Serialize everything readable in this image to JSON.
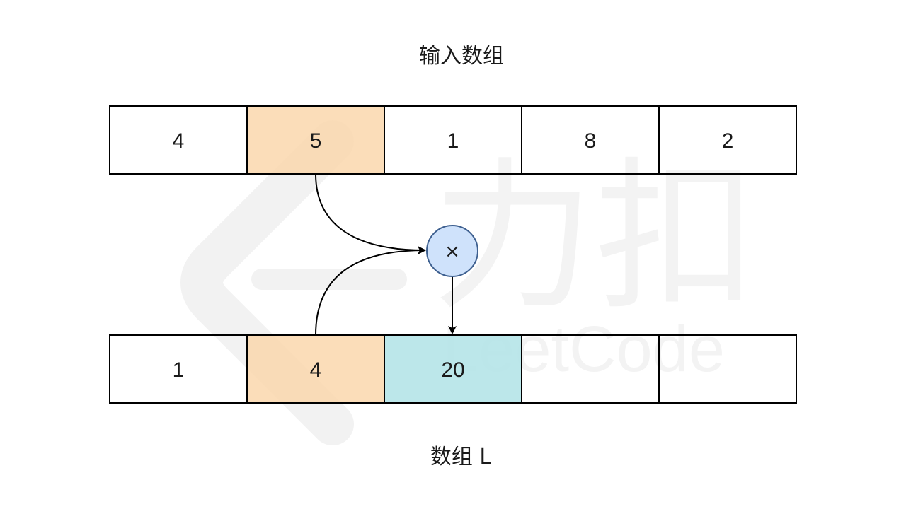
{
  "labels": {
    "input_title": "输入数组",
    "output_title": "数组 L"
  },
  "operator": {
    "symbol": "×",
    "fill": "#cfe2fb",
    "stroke": "#3d5f8f"
  },
  "input_array": {
    "cells": [
      "4",
      "5",
      "1",
      "8",
      "2"
    ],
    "highlight_index": 1,
    "highlight_color": "#fad7ad"
  },
  "output_array": {
    "cells": [
      "1",
      "4",
      "20",
      "",
      ""
    ],
    "highlight_index": 1,
    "highlight_color": "#fad7ad",
    "result_index": 2,
    "result_color": "#b0e3e6"
  },
  "watermark": {
    "brand_text": "力扣",
    "brand_latin": "LeetCode",
    "color": "#f1f1f1"
  }
}
